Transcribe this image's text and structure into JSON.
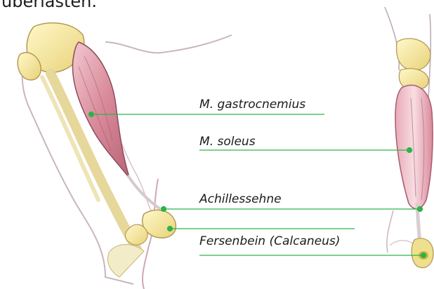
{
  "caption": "überlasten.",
  "accent_color": "#2db34a",
  "labels": [
    {
      "text": "M. gastrocnemius"
    },
    {
      "text": "M. soleus"
    },
    {
      "text": "Achillessehne"
    },
    {
      "text": "Fersenbein (Calcaneus)"
    }
  ],
  "illustrations": [
    {
      "icon": "lower-leg-side-view-illustration"
    },
    {
      "icon": "lower-leg-back-view-illustration"
    }
  ]
}
